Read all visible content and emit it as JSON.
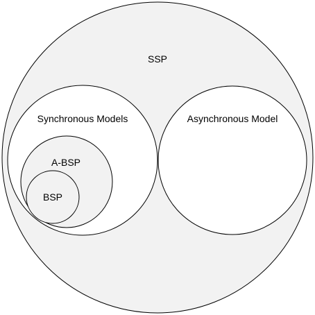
{
  "colors": {
    "outer_fill": "#f2f2f2",
    "inner_fill": "#ffffff",
    "nested_fill": "#f2f2f2",
    "stroke": "#000000"
  },
  "labels": {
    "ssp": "SSP",
    "synchronous_models": "Synchronous Models",
    "asynchronous_model": "Asynchronous Model",
    "a_bsp": "A-BSP",
    "bsp": "BSP"
  }
}
